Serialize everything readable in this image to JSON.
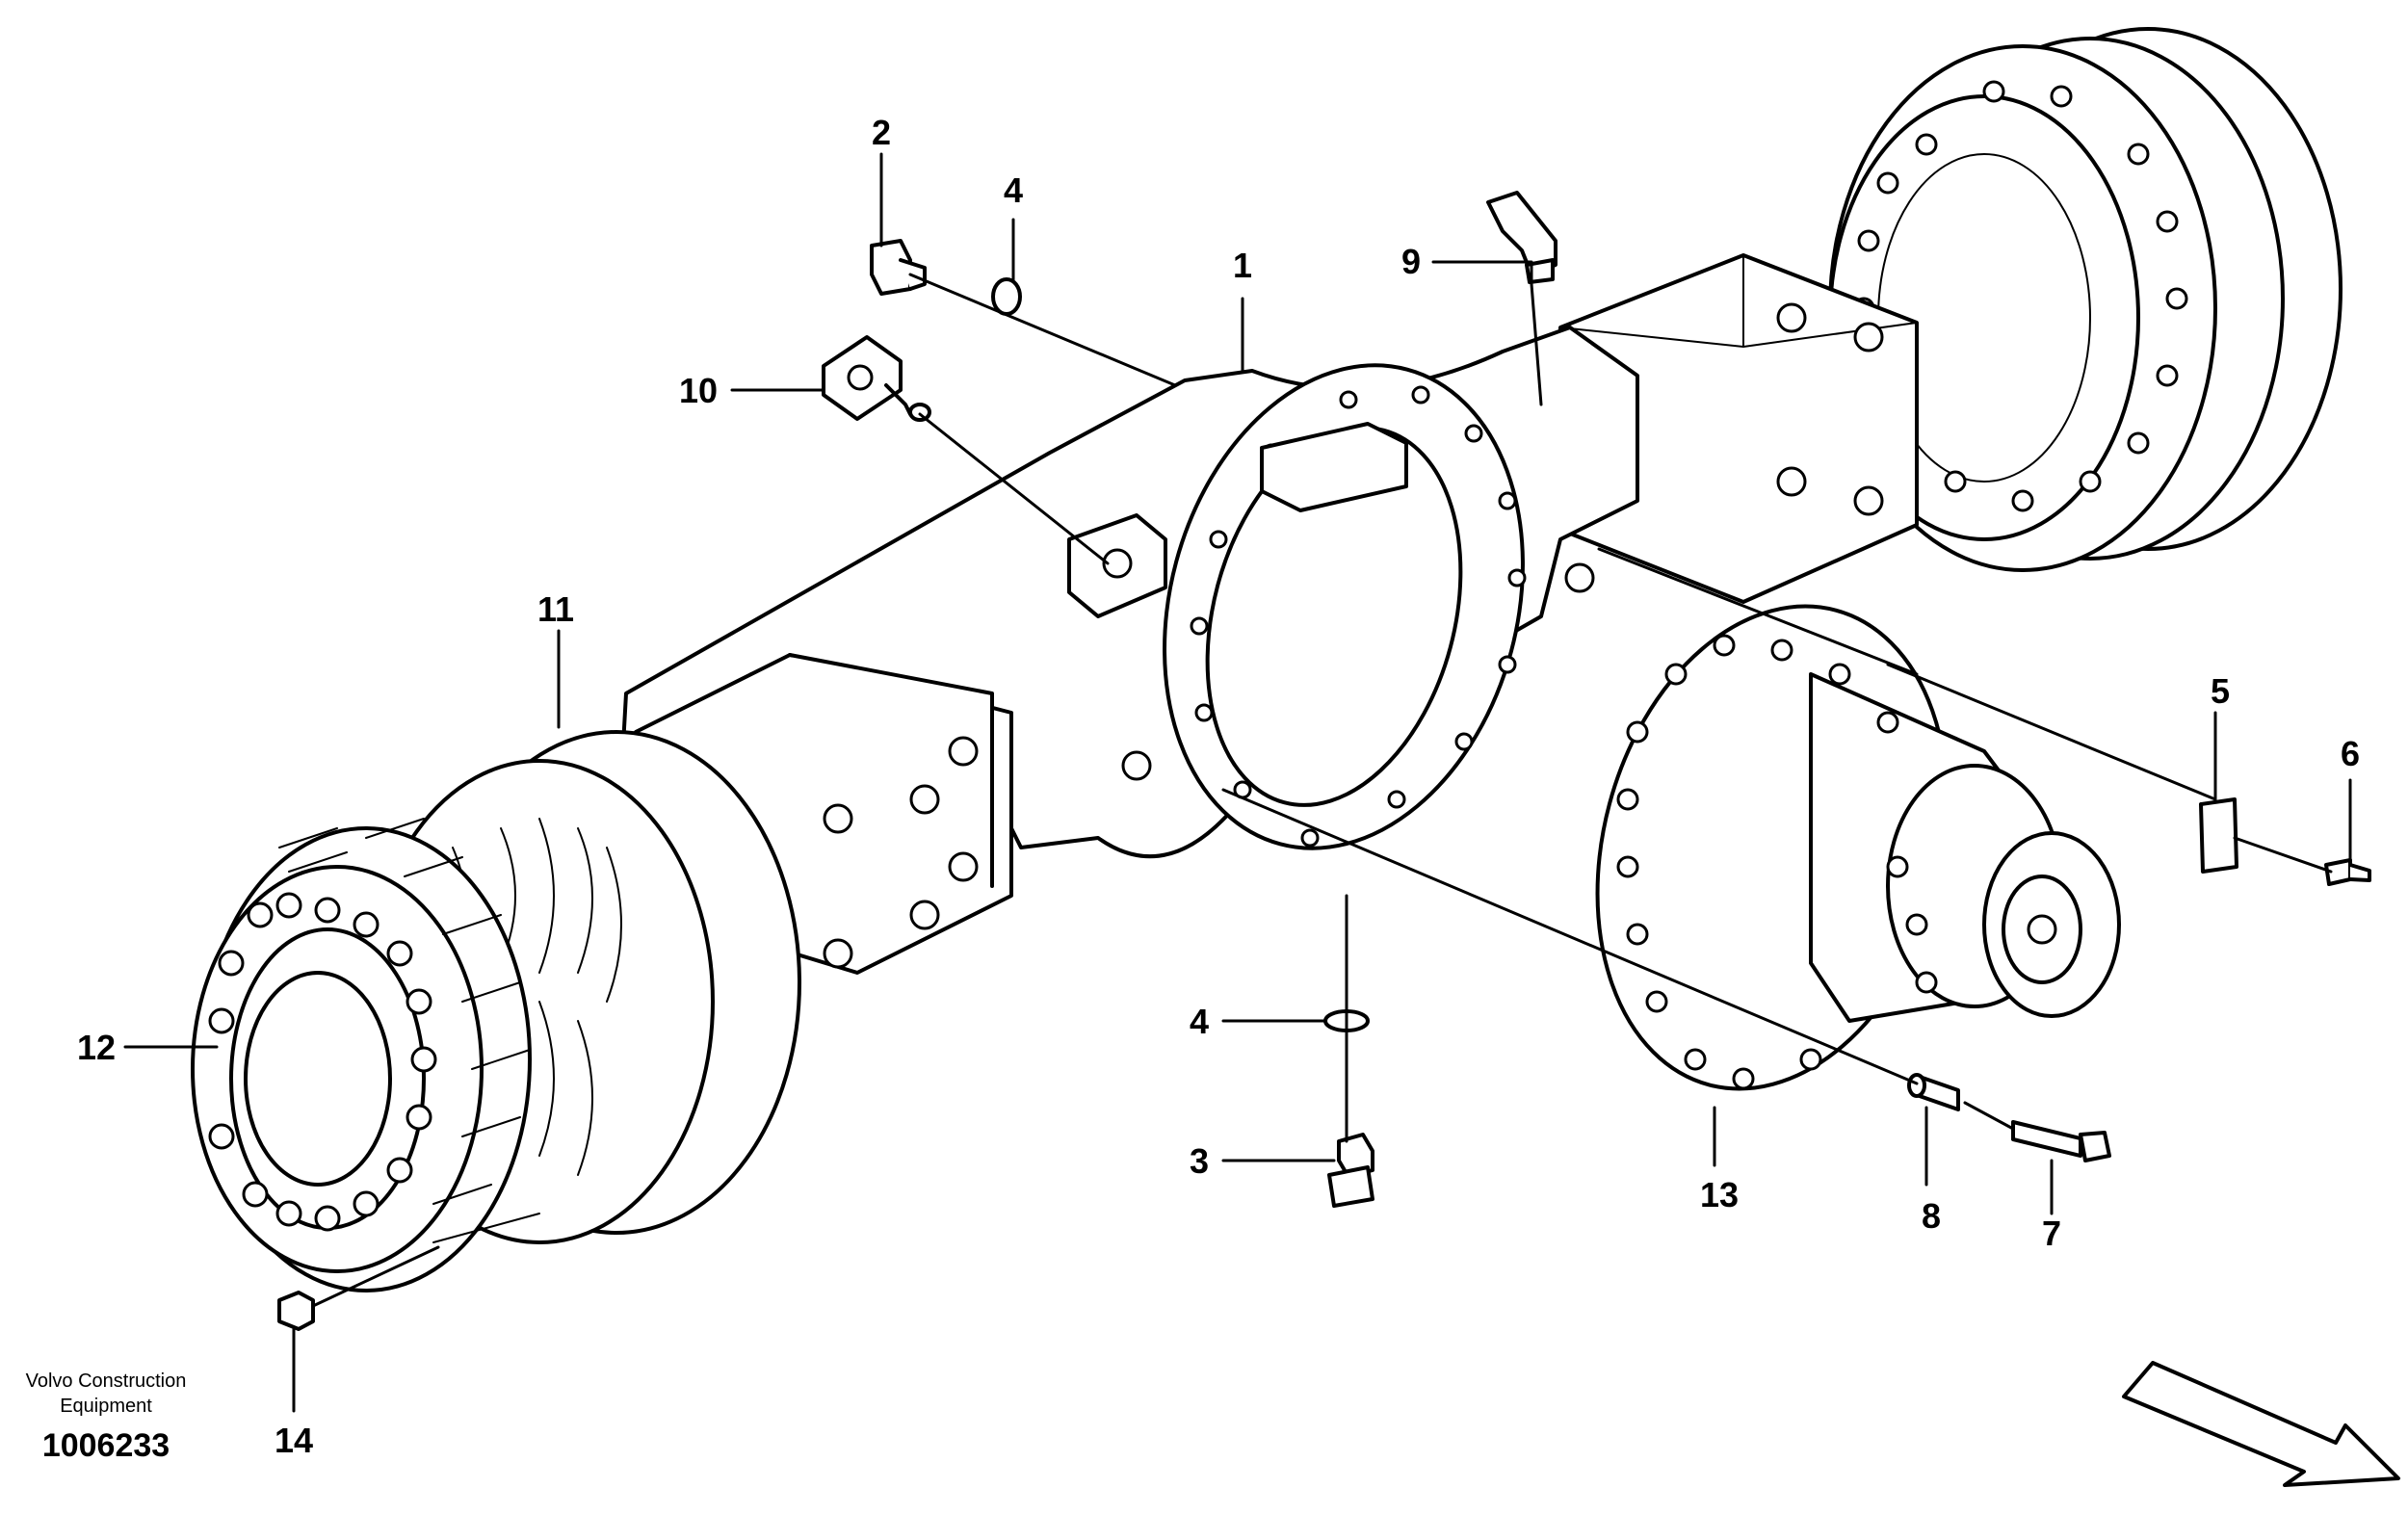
{
  "labels": {
    "p1": "1",
    "p2": "2",
    "p3": "3",
    "p4a": "4",
    "p4b": "4",
    "p5": "5",
    "p6": "6",
    "p7": "7",
    "p8": "8",
    "p9": "9",
    "p10": "10",
    "p11": "11",
    "p12": "12",
    "p13": "13",
    "p14": "14"
  },
  "footer": {
    "company_line1": "Volvo Construction",
    "company_line2": "Equipment",
    "drawing_number": "1006233"
  }
}
